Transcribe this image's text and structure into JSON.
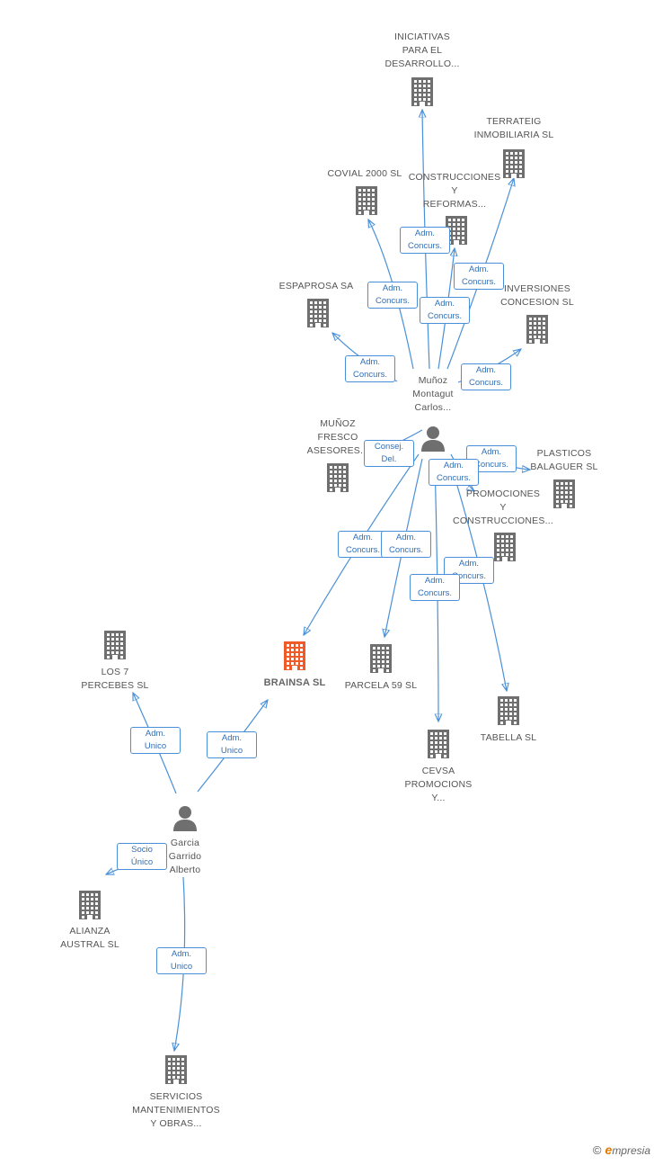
{
  "colors": {
    "edge": "#4a90d9",
    "company": "#6f6f6f",
    "focus": "#ef5a28",
    "person": "#6f6f6f"
  },
  "nodes": [
    {
      "id": "iniciativas",
      "kind": "company",
      "label": "INICIATIVAS\nPARA EL\nDESARROLLO..."
    },
    {
      "id": "terrateig",
      "kind": "company",
      "label": "TERRATEIG\nINMOBILIARIA SL"
    },
    {
      "id": "covial",
      "kind": "company",
      "label": "COVIAL 2000 SL"
    },
    {
      "id": "construcciones_reformas",
      "kind": "company",
      "label": "CONSTRUCCIONES\nY\nREFORMAS..."
    },
    {
      "id": "esparosa",
      "kind": "company",
      "label": "ESPAPROSA SA"
    },
    {
      "id": "inversiones",
      "kind": "company",
      "label": "INVERSIONES\nCONCESION SL"
    },
    {
      "id": "munoz_montagut",
      "kind": "person",
      "label": "Muñoz\nMontagut\nCarlos..."
    },
    {
      "id": "munoz_fresco",
      "kind": "company",
      "label": "MUÑOZ\nFRESCO\nASESORES..."
    },
    {
      "id": "plasticos",
      "kind": "company",
      "label": "PLASTICOS\nBALAGUER SL"
    },
    {
      "id": "promociones",
      "kind": "company",
      "label": "PROMOCIONES\nY\nCONSTRUCCIONES..."
    },
    {
      "id": "los7",
      "kind": "company",
      "label": "LOS 7\nPERCEBES SL"
    },
    {
      "id": "brainsa",
      "kind": "focus",
      "label": "BRAINSA SL"
    },
    {
      "id": "parcela",
      "kind": "company",
      "label": "PARCELA 59 SL"
    },
    {
      "id": "tabella",
      "kind": "company",
      "label": "TABELLA SL"
    },
    {
      "id": "cevsa",
      "kind": "company",
      "label": "CEVSA\nPROMOCIONS\nY..."
    },
    {
      "id": "garcia",
      "kind": "person",
      "label": "Garcia\nGarrido\nAlberto"
    },
    {
      "id": "alianza",
      "kind": "company",
      "label": "ALIANZA\nAUSTRAL SL"
    },
    {
      "id": "servicios",
      "kind": "company",
      "label": "SERVICIOS\nMANTENIMIENTOS\nY OBRAS..."
    }
  ],
  "edges": [
    {
      "from": "munoz_montagut",
      "to": "iniciativas",
      "label": "Adm.\nConcurs."
    },
    {
      "from": "munoz_montagut",
      "to": "terrateig",
      "label": "Adm.\nConcurs."
    },
    {
      "from": "munoz_montagut",
      "to": "covial",
      "label": "Adm.\nConcurs."
    },
    {
      "from": "munoz_montagut",
      "to": "construcciones_reformas",
      "label": "Adm.\nConcurs."
    },
    {
      "from": "munoz_montagut",
      "to": "esparosa",
      "label": "Adm.\nConcurs."
    },
    {
      "from": "munoz_montagut",
      "to": "inversiones",
      "label": "Adm.\nConcurs."
    },
    {
      "from": "munoz_montagut",
      "to": "munoz_fresco",
      "label": "Consej.\nDel."
    },
    {
      "from": "munoz_montagut",
      "to": "plasticos",
      "label": "Adm.\nConcurs."
    },
    {
      "from": "munoz_montagut",
      "to": "promociones",
      "label": "Adm.\nConcurs."
    },
    {
      "from": "munoz_montagut",
      "to": "brainsa",
      "label": "Adm.\nConcurs."
    },
    {
      "from": "munoz_montagut",
      "to": "parcela",
      "label": "Adm.\nConcurs."
    },
    {
      "from": "munoz_montagut",
      "to": "tabella",
      "label": "Adm.\nConcurs."
    },
    {
      "from": "munoz_montagut",
      "to": "cevsa",
      "label": "Adm.\nConcurs."
    },
    {
      "from": "garcia",
      "to": "los7",
      "label": "Adm.\nUnico"
    },
    {
      "from": "garcia",
      "to": "brainsa",
      "label": "Adm.\nUnico"
    },
    {
      "from": "garcia",
      "to": "alianza",
      "label": "Socio\nÚnico"
    },
    {
      "from": "garcia",
      "to": "servicios",
      "label": "Adm.\nUnico"
    }
  ],
  "brand": {
    "copyright": "©",
    "name_initial": "e",
    "name_rest": "mpresia"
  }
}
